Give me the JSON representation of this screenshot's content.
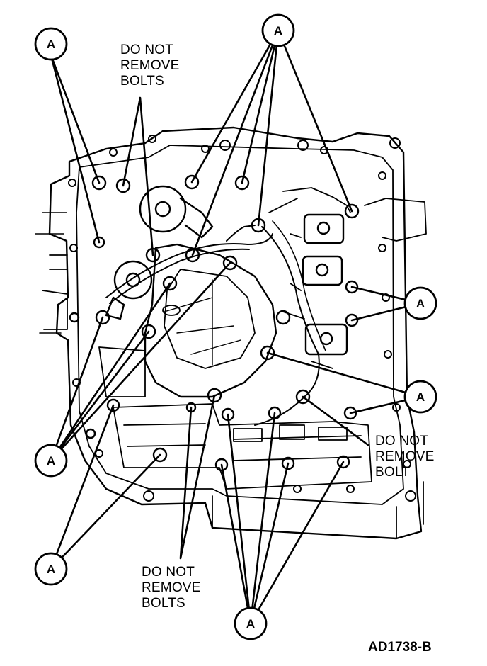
{
  "callout_label": "A",
  "notes": {
    "top": [
      "DO NOT",
      "REMOVE",
      "BOLTS"
    ],
    "right": [
      "DO NOT",
      "REMOVE",
      "BOLT"
    ],
    "bottom": [
      "DO NOT",
      "REMOVE",
      "BOLTS"
    ]
  },
  "figure_id": "AD1738-B",
  "colors": {
    "ink": "#000000",
    "paper": "#ffffff"
  }
}
